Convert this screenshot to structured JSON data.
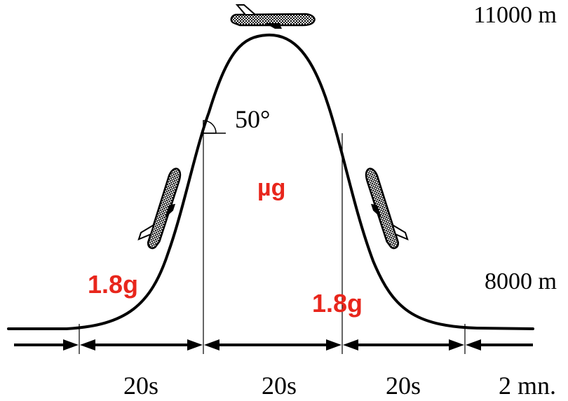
{
  "labels": {
    "altitude_top": "11000 m",
    "altitude_bottom": "8000 m",
    "angle": "50°",
    "microgravity": "µg",
    "hypergravity_left": "1.8g",
    "hypergravity_right": "1.8g"
  },
  "durations": {
    "phase_1": "20s",
    "phase_2": "20s",
    "phase_3": "20s",
    "phase_4": "2 mn."
  },
  "colors": {
    "accent_red": "#e8261c",
    "line": "#000000",
    "background": "#ffffff"
  },
  "icons": [
    "airplane-icon",
    "airplane-icon",
    "airplane-icon",
    "angle-arc-icon"
  ]
}
